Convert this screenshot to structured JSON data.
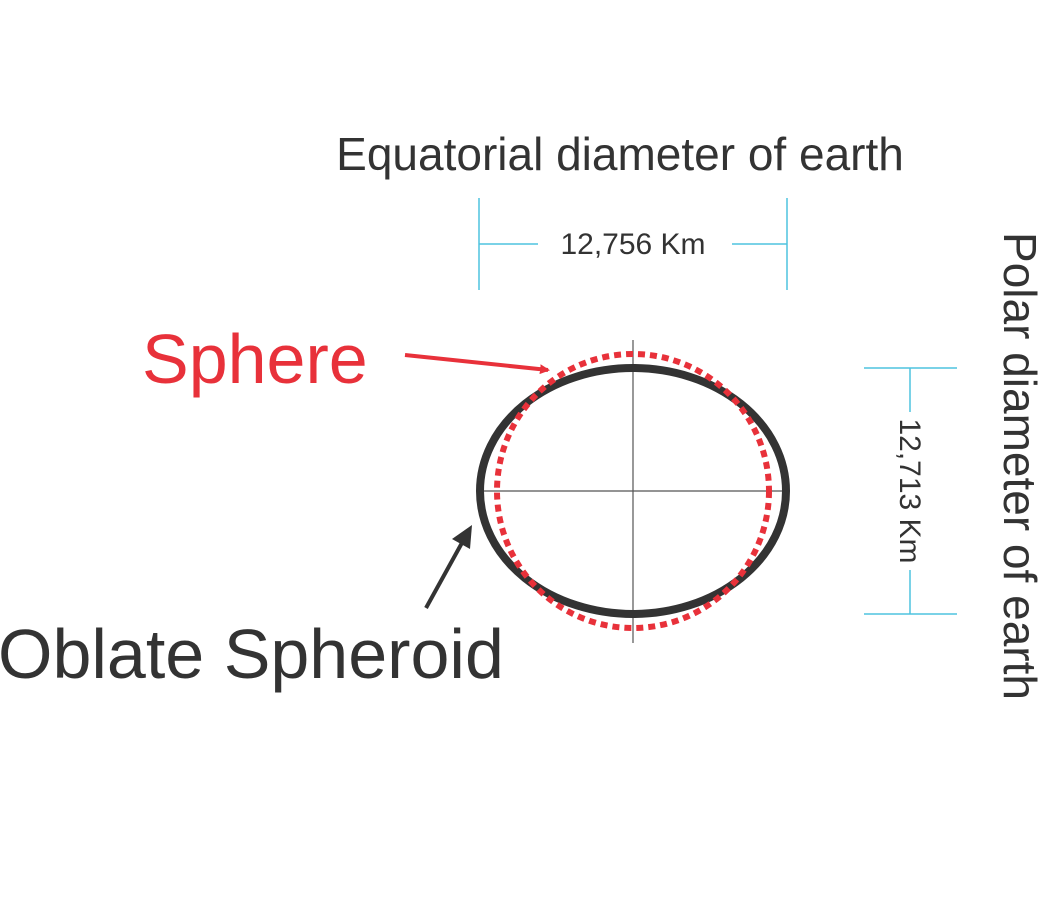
{
  "labels": {
    "equatorial_title": "Equatorial diameter of earth",
    "equatorial_value": "12,756 Km",
    "polar_title": "Polar diameter of earth",
    "polar_value": "12,713 Km",
    "sphere": "Sphere",
    "oblate_spheroid": "Oblate Spheroid"
  },
  "colors": {
    "text": "#333333",
    "sphere": "#e8313a",
    "dimension_line": "#4ec3df",
    "axis": "#555555",
    "spheroid": "#333333"
  }
}
